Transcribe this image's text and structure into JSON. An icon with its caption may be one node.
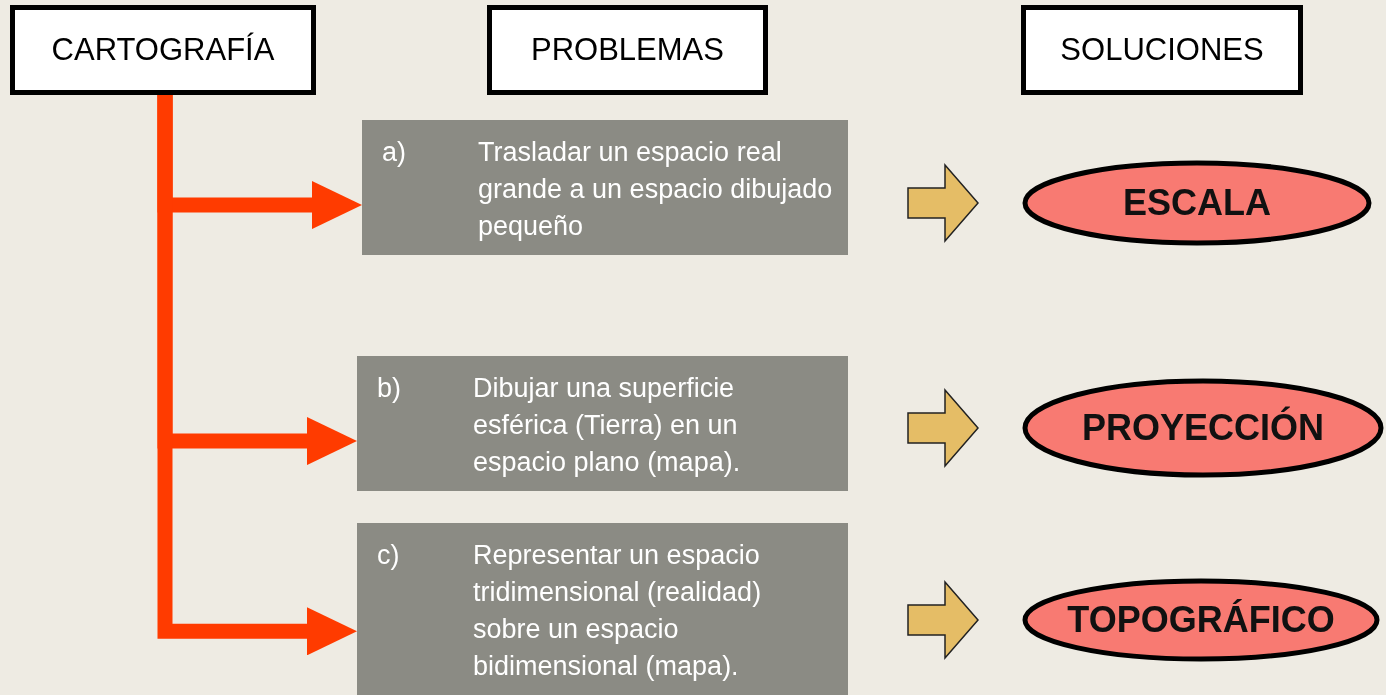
{
  "diagram": {
    "nodes": [
      {
        "text": [
          "CARTOGRAFÍA"
        ]
      },
      {
        "text": [
          "PROBLEMAS"
        ]
      },
      {
        "text": [
          "SOLUCIONES"
        ]
      },
      {
        "text": [
          "a)",
          "Trasladar un espacio real grande a un espacio dibujado pequeño"
        ]
      },
      {
        "text": [
          "ESCALA"
        ]
      },
      {
        "text": [
          "b)",
          "Dibujar una superficie esférica (Tierra) en un espacio plano (mapa)."
        ]
      },
      {
        "text": [
          "PROYECCIÓN"
        ]
      },
      {
        "text": [
          "c)",
          "Representar un espacio tridimensional (realidad) sobre un espacio bidimensional (mapa)."
        ]
      },
      {
        "text": [
          "TOPOGRÁFICO"
        ]
      }
    ],
    "edges": [
      {
        "from": 0,
        "to": 3,
        "arrow": "to",
        "color": "#ff3b00"
      },
      {
        "from": 0,
        "to": 5,
        "arrow": "to",
        "color": "#ff3b00"
      },
      {
        "from": 0,
        "to": 7,
        "arrow": "to",
        "color": "#ff3b00"
      },
      {
        "from": 3,
        "to": 4,
        "arrow": "to",
        "color": "#e5bd66"
      },
      {
        "from": 5,
        "to": 6,
        "arrow": "to",
        "color": "#e5bd66"
      },
      {
        "from": 7,
        "to": 8,
        "arrow": "to",
        "color": "#e5bd66"
      }
    ]
  }
}
